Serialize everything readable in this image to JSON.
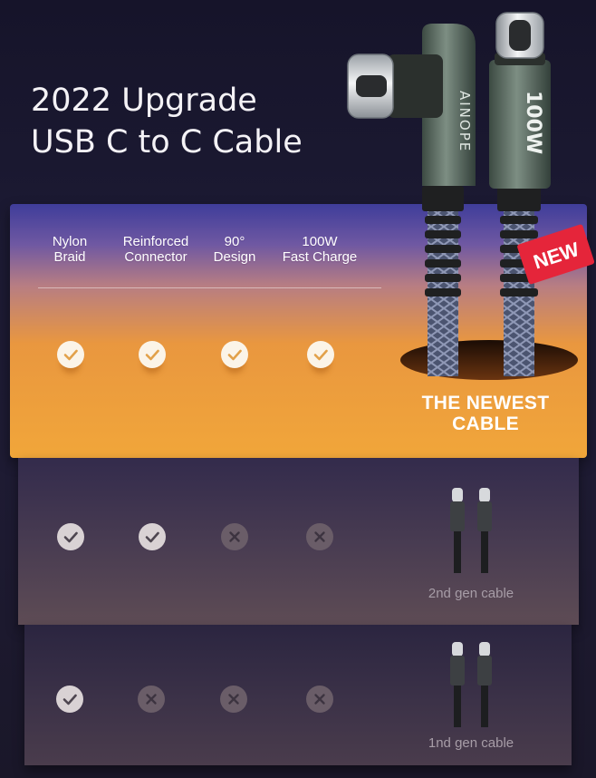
{
  "headline": {
    "line1": "2022 Upgrade",
    "line2": "USB C to C Cable"
  },
  "features": [
    {
      "line1": "Nylon",
      "line2": "Braid"
    },
    {
      "line1": "Reinforced",
      "line2": "Connector"
    },
    {
      "line1": "90°",
      "line2": "Design"
    },
    {
      "line1": "100W",
      "line2": "Fast Charge"
    }
  ],
  "rows": [
    {
      "label_line1": "THE NEWEST",
      "label_line2": "CABLE",
      "checks": [
        true,
        true,
        true,
        true
      ]
    },
    {
      "label": "2nd gen cable",
      "checks": [
        true,
        true,
        false,
        false
      ]
    },
    {
      "label": "1nd gen cable",
      "checks": [
        true,
        false,
        false,
        false
      ]
    }
  ],
  "product": {
    "brand_text": "AINOPE",
    "power_text": "100W",
    "badge": "NEW"
  },
  "colors": {
    "accent_orange": "#f1a63a",
    "badge_red": "#e5253a",
    "cable_green": "#5d6d63"
  }
}
